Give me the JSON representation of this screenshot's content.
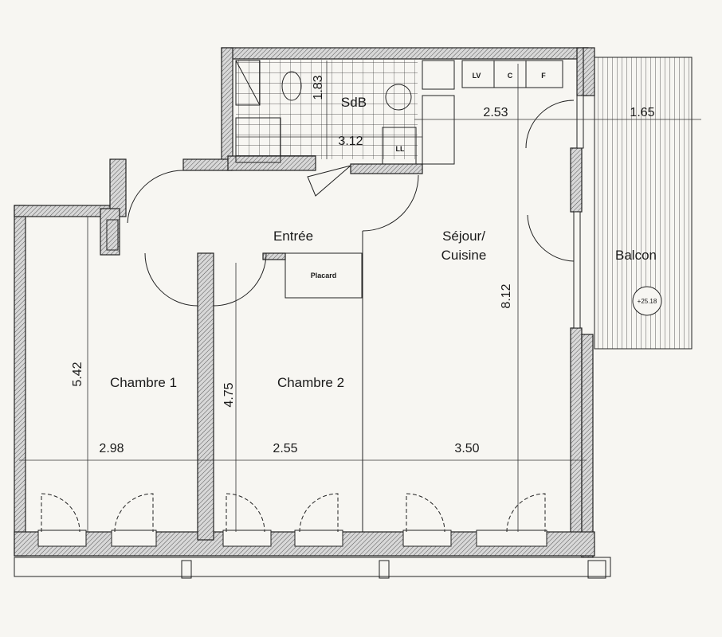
{
  "rooms": {
    "sdb": "SdB",
    "entree": "Entrée",
    "sejour_line1": "Séjour/",
    "sejour_line2": "Cuisine",
    "balcon": "Balcon",
    "chambre1": "Chambre 1",
    "chambre2": "Chambre 2",
    "placard": "Placard"
  },
  "fixtures": {
    "lv": "LV",
    "c": "C",
    "f": "F",
    "ll": "LL"
  },
  "dimensions": {
    "sdb_height": "1.83",
    "sdb_width": "3.12",
    "kitchen_width": "2.53",
    "balcon_width": "1.65",
    "sejour_length": "8.12",
    "chambre1_length": "5.42",
    "chambre1_width": "2.98",
    "chambre2_length": "4.75",
    "chambre2_width": "2.55",
    "sejour_width": "3.50"
  },
  "level_marker": "+25.18",
  "colors": {
    "paper": "#f7f6f2",
    "ink": "#1a1a1a"
  }
}
